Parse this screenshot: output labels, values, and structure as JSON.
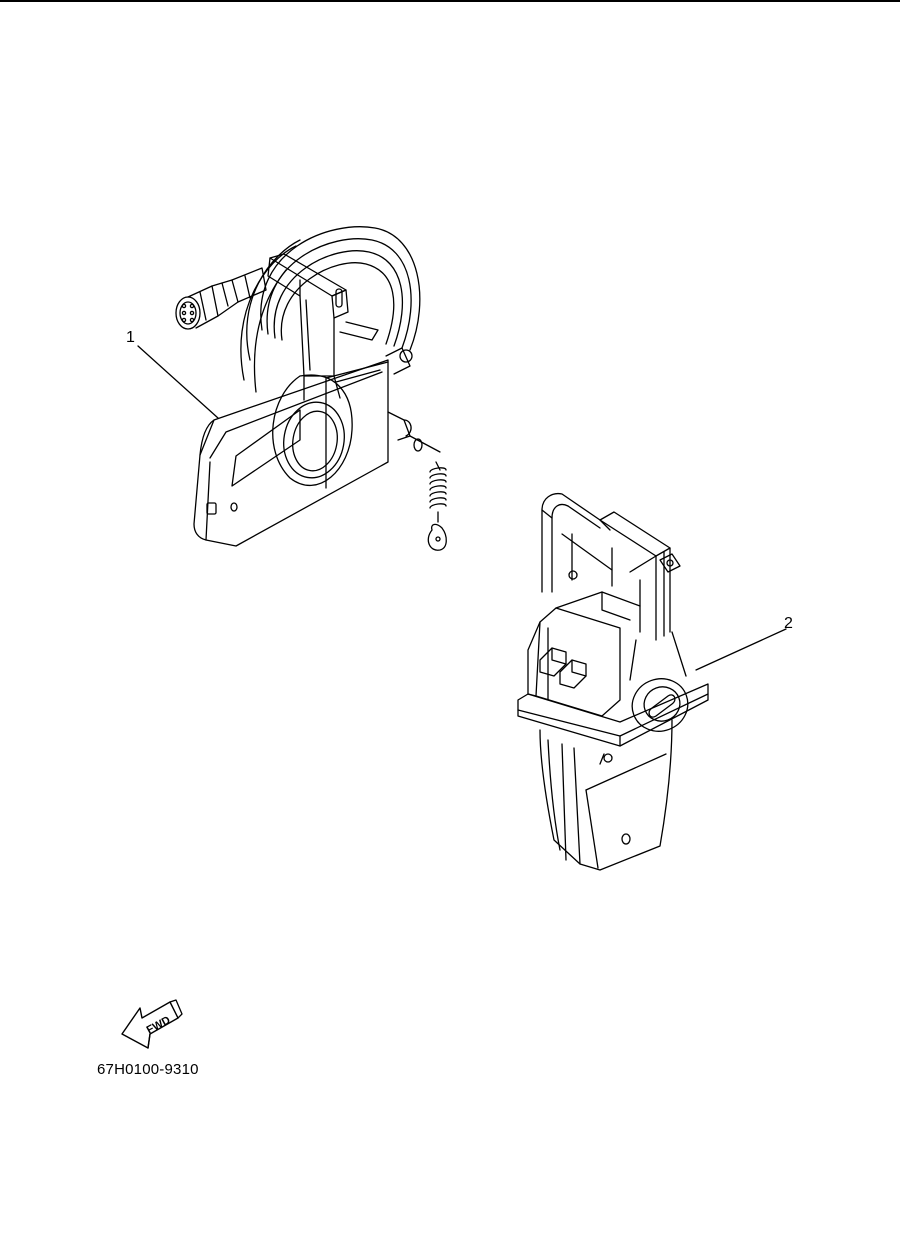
{
  "callouts": [
    {
      "label": "1"
    },
    {
      "label": "2"
    }
  ],
  "fwd_label": "FWD",
  "part_code": "67H0100-9310"
}
